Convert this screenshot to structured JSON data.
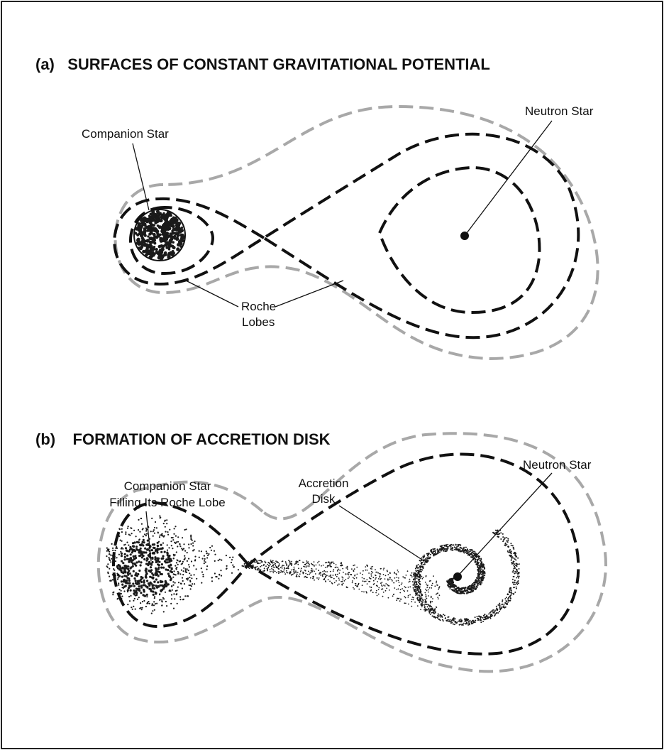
{
  "panel_a": {
    "title": "(a)   SURFACES OF CONSTANT GRAVITATIONAL POTENTIAL",
    "labels": {
      "neutron_star": "Neutron Star",
      "companion_star": "Companion Star",
      "roche_lobes_line1": "Roche",
      "roche_lobes_line2": "Lobes"
    }
  },
  "panel_b": {
    "title": "(b)    FORMATION OF ACCRETION DISK",
    "labels": {
      "companion_line1": "Companion Star",
      "companion_line2": "Filling Its Roche Lobe",
      "accretion_line1": "Accretion",
      "accretion_line2": "Disk",
      "neutron_star": "Neutron Star"
    }
  },
  "colors": {
    "ink": "#111111",
    "outer_contour": "#a8a8a8",
    "stipple": "#1a1a1a"
  }
}
